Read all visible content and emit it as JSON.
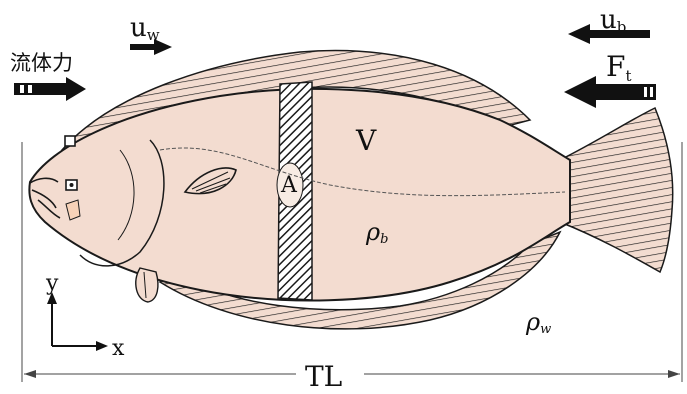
{
  "labels": {
    "fluid_force": "流体力",
    "uw_main": "u",
    "uw_sub": "w",
    "ub_main": "u",
    "ub_sub": "b",
    "ft_main": "F",
    "ft_sub": "t",
    "volume": "V",
    "area": "A",
    "rho_b_main": "ρ",
    "rho_b_sub": "b",
    "rho_w_main": "ρ",
    "rho_w_sub": "w",
    "axis_y": "y",
    "axis_x": "x",
    "total_length": "TL"
  },
  "colors": {
    "body_fill": "#f3dcd0",
    "outline": "#1a1a1a",
    "hatch": "#1a1a1a",
    "arrow": "#111111"
  },
  "icons": {
    "flow_arrow": "arrow-right",
    "fish_velocity_arrow": "arrow-left",
    "force_arrow": "thick-arrow-left"
  }
}
